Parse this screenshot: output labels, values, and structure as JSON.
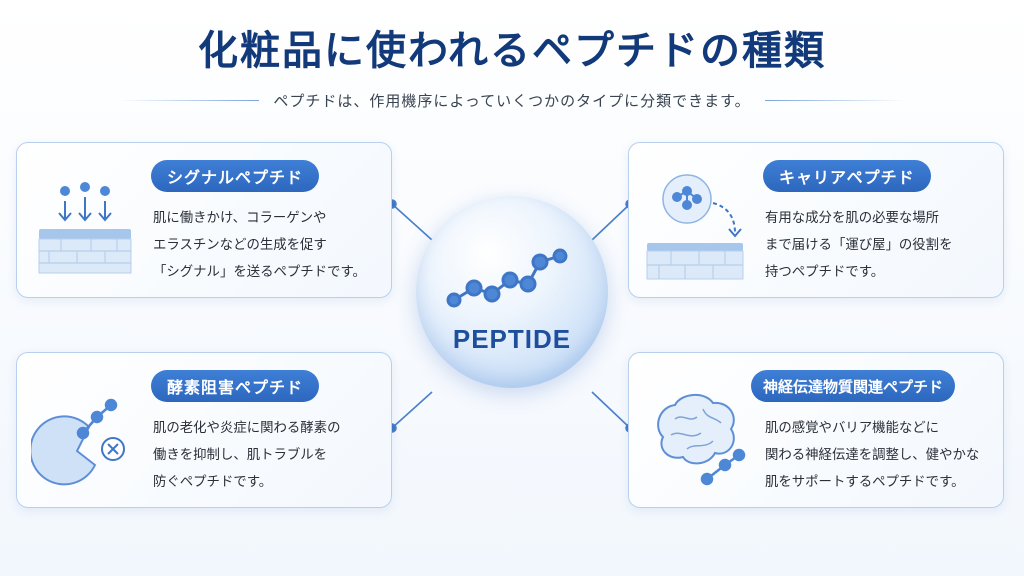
{
  "title": "化粧品に使われるペプチドの種類",
  "subtitle": "ペプチドは、作用機序によっていくつかのタイプに分類できます。",
  "center": {
    "label": "PEPTIDE"
  },
  "colors": {
    "primary": "#2d67be",
    "title": "#123a7a",
    "border": "#b8d0ee"
  },
  "cards": {
    "signal": {
      "name": "シグナルペプチド",
      "icon": "skin-signal-arrows-icon",
      "lines": [
        "肌に働きかけ、コラーゲンや",
        "エラスチンなどの生成を促す",
        "「シグナル」を送るペプチドです。"
      ]
    },
    "carrier": {
      "name": "キャリアペプチド",
      "icon": "molecule-delivery-icon",
      "lines": [
        "有用な成分を肌の必要な場所",
        "まで届ける「運び屋」の役割を",
        "持つペプチドです。"
      ]
    },
    "enzyme": {
      "name": "酵素阻害ペプチド",
      "icon": "enzyme-inhibition-icon",
      "lines": [
        "肌の老化や炎症に関わる酵素の",
        "働きを抑制し、肌トラブルを",
        "防ぐペプチドです。"
      ]
    },
    "neuro": {
      "name": "神経伝達物質関連ペプチド",
      "icon": "brain-neuro-icon",
      "lines": [
        "肌の感覚やバリア機能などに",
        "関わる神経伝達を調整し、健やかな",
        "肌をサポートするペプチドです。"
      ]
    }
  }
}
